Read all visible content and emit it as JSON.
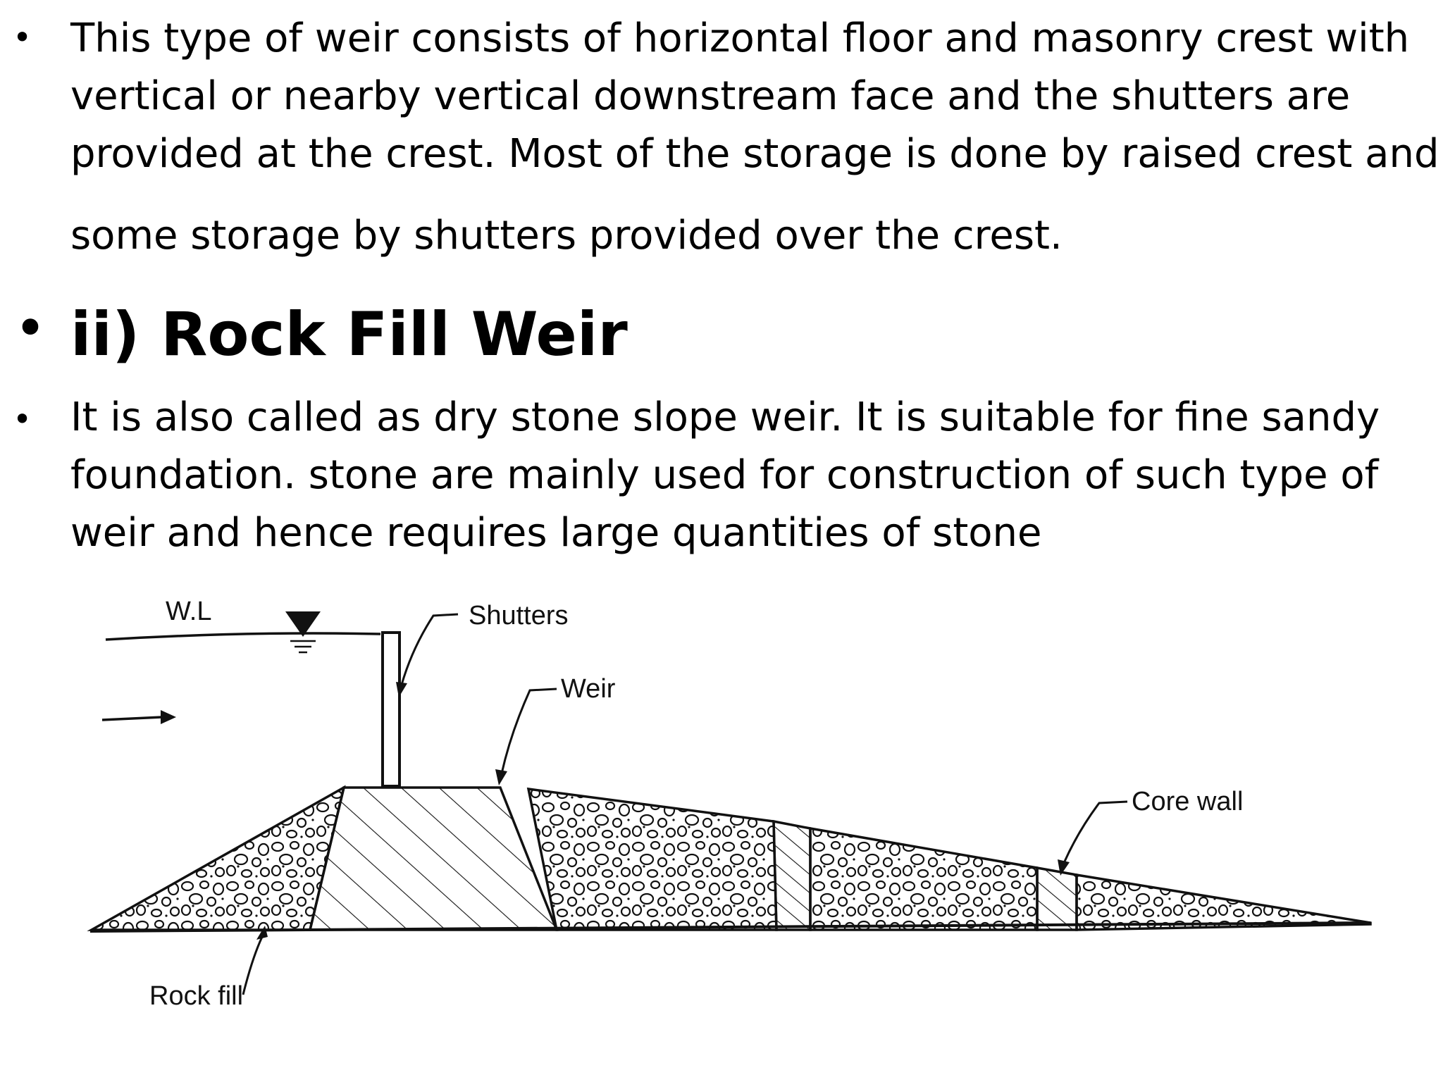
{
  "paragraph1": {
    "lines": [
      "This type of weir consists of horizontal floor and masonry crest with",
      "vertical or nearby vertical downstream face and the shutters are",
      "provided at the crest. Most of the storage is done by raised crest and",
      "some storage by shutters provided over the crest."
    ]
  },
  "heading": "ii) Rock Fill Weir",
  "paragraph2": {
    "lines": [
      "It is also called as dry stone slope weir. It is suitable for fine sandy",
      "foundation. stone are mainly used for construction of such type of",
      "weir and hence requires large quantities of stone"
    ]
  },
  "diagram": {
    "labels": {
      "water_level": "W.L",
      "shutters": "Shutters",
      "weir": "Weir",
      "core_wall": "Core wall",
      "rock_fill": "Rock fill"
    },
    "icons": {
      "water_level_marker": "inverted-triangle-icon",
      "flow_direction": "arrow-right-icon"
    }
  }
}
